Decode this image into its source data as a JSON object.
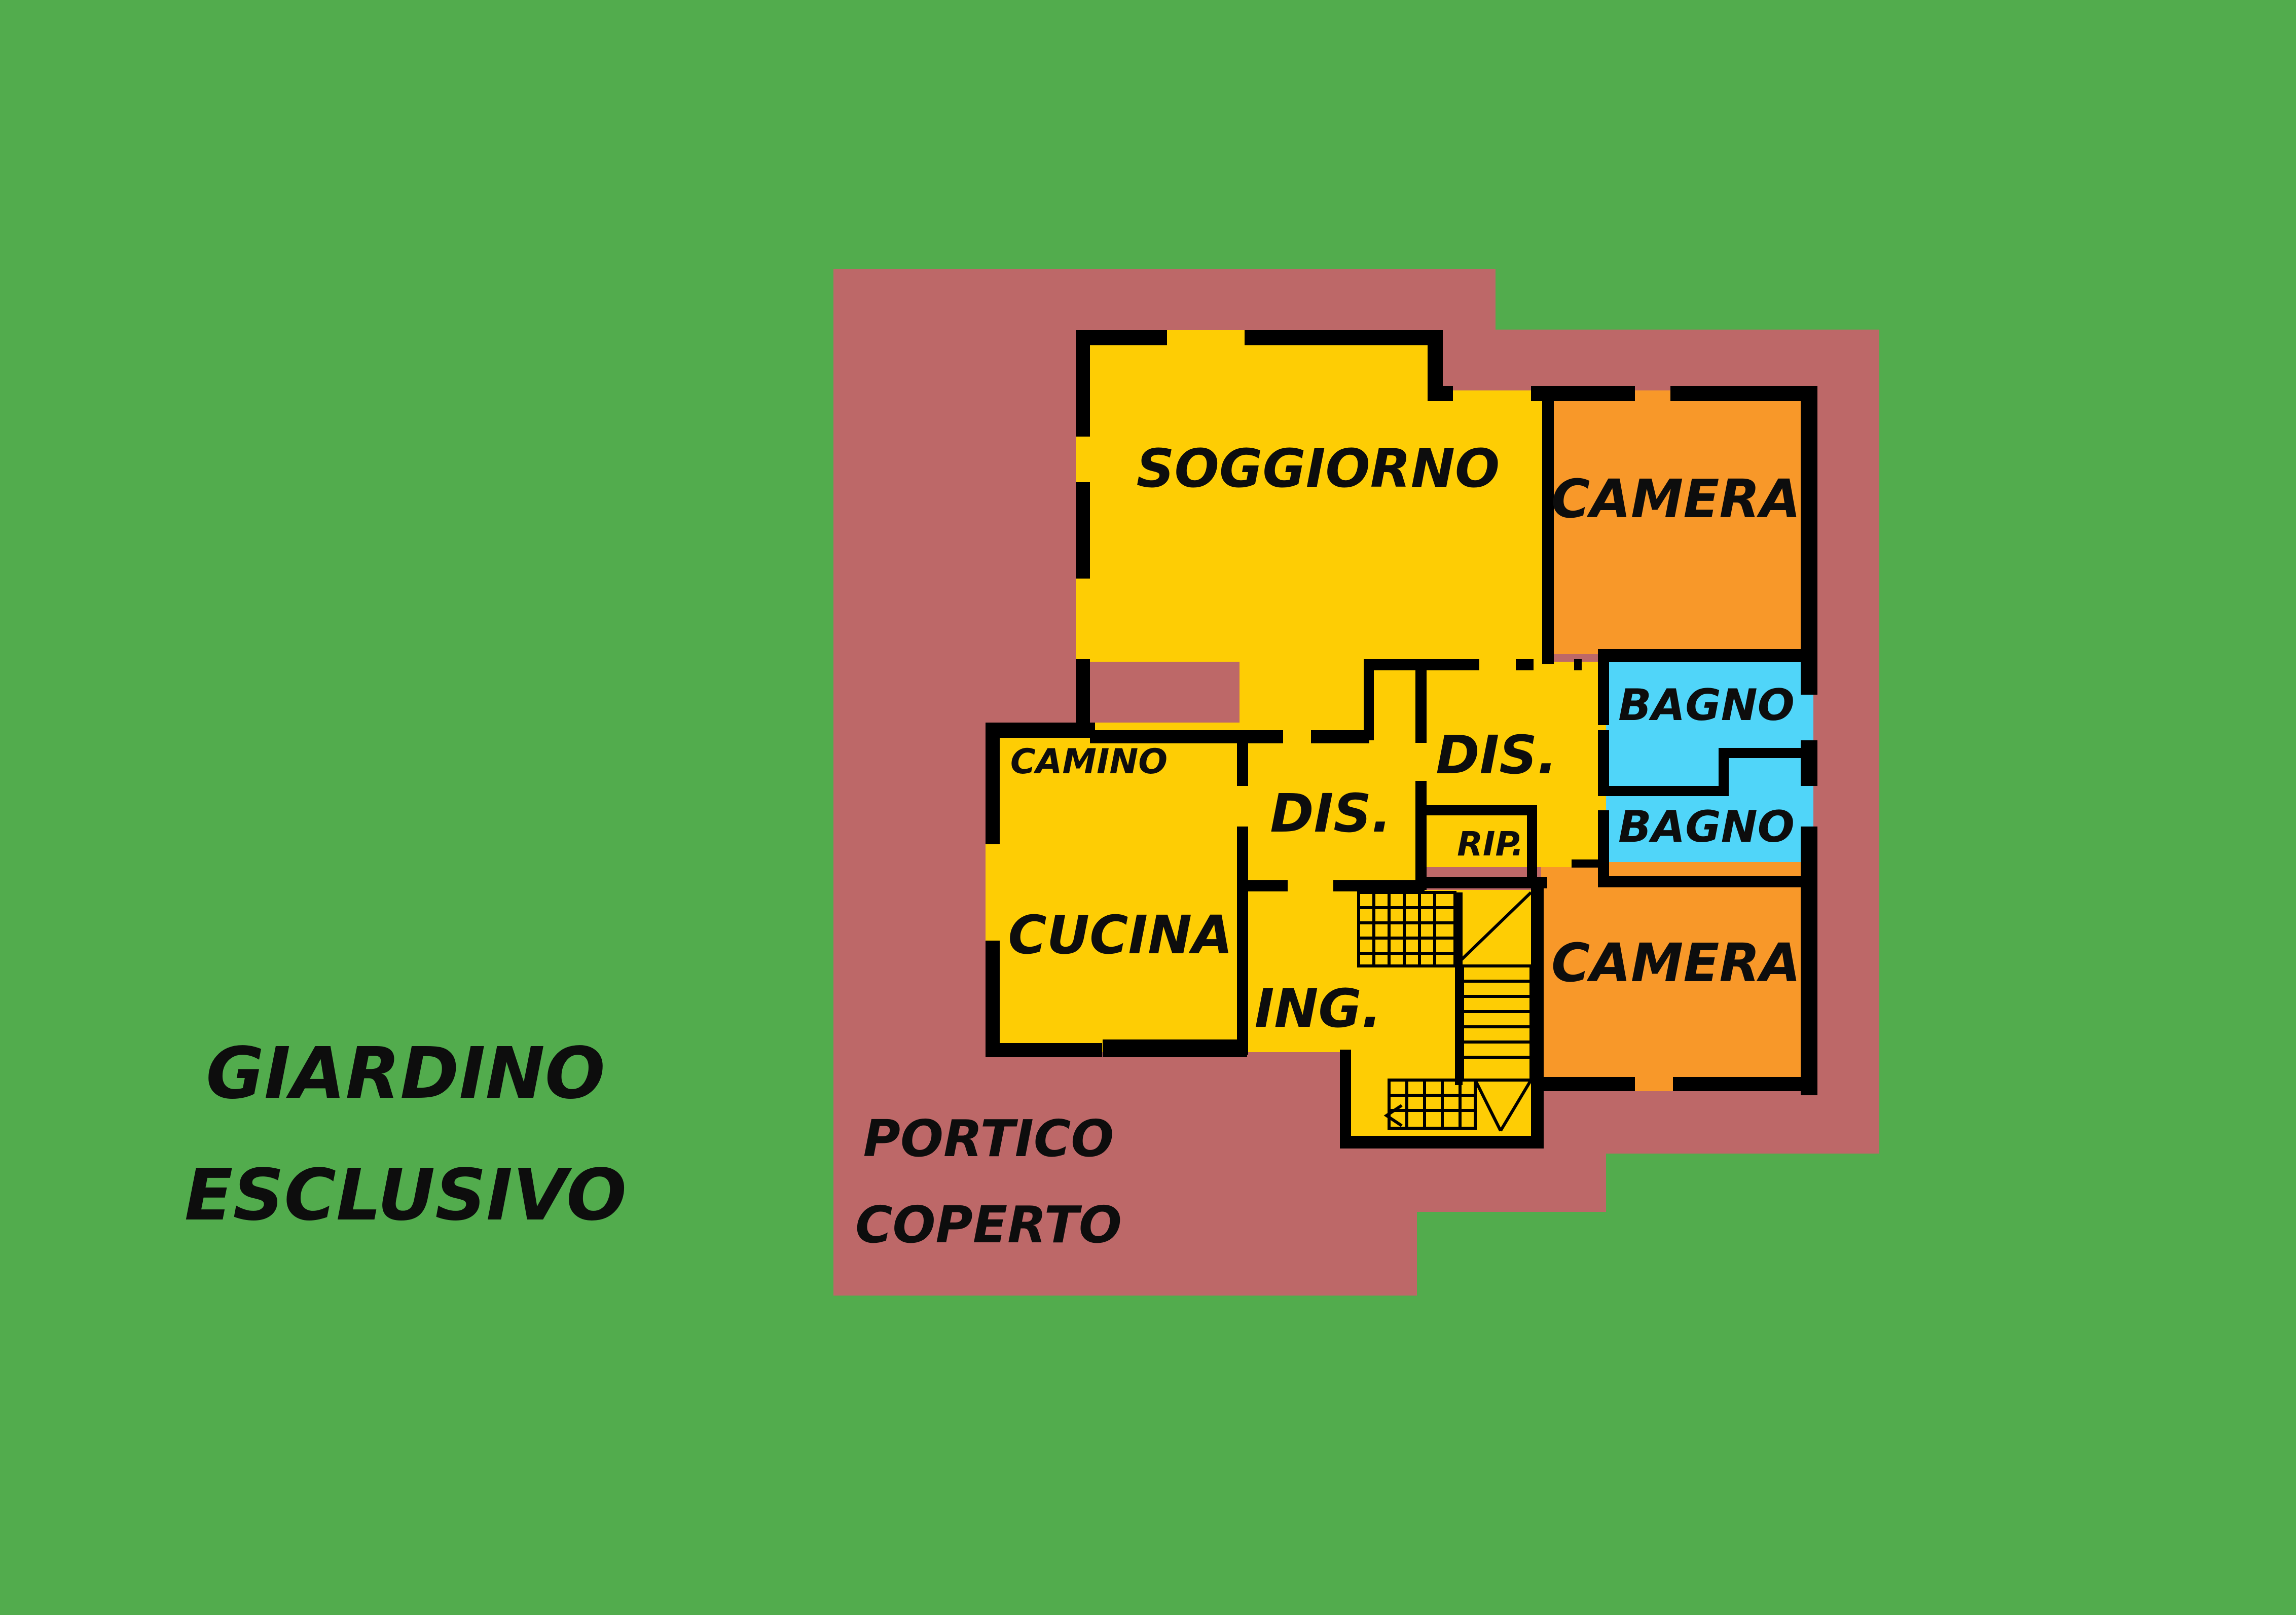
{
  "colors": {
    "garden": "#52ac4d",
    "porch": "#bd6868",
    "living": "#fecd04",
    "bedroom": "#f89829",
    "bathroom": "#50d5f9",
    "wall": "#000000",
    "text": "#0d0d0d"
  },
  "labels": {
    "garden_line1": "GIARDINO",
    "garden_line2": "ESCLUSIVO",
    "porch_line1": "PORTICO",
    "porch_line2": "COPERTO",
    "soggiorno": "SOGGIORNO",
    "camera_top": "CAMERA",
    "camera_bottom": "CAMERA",
    "bagno_top": "BAGNO",
    "bagno_bottom": "BAGNO",
    "camino": "CAMINO",
    "cucina": "CUCINA",
    "dis_left": "DIS.",
    "dis_right": "DIS.",
    "rip": "RIP.",
    "ing": "ING."
  }
}
